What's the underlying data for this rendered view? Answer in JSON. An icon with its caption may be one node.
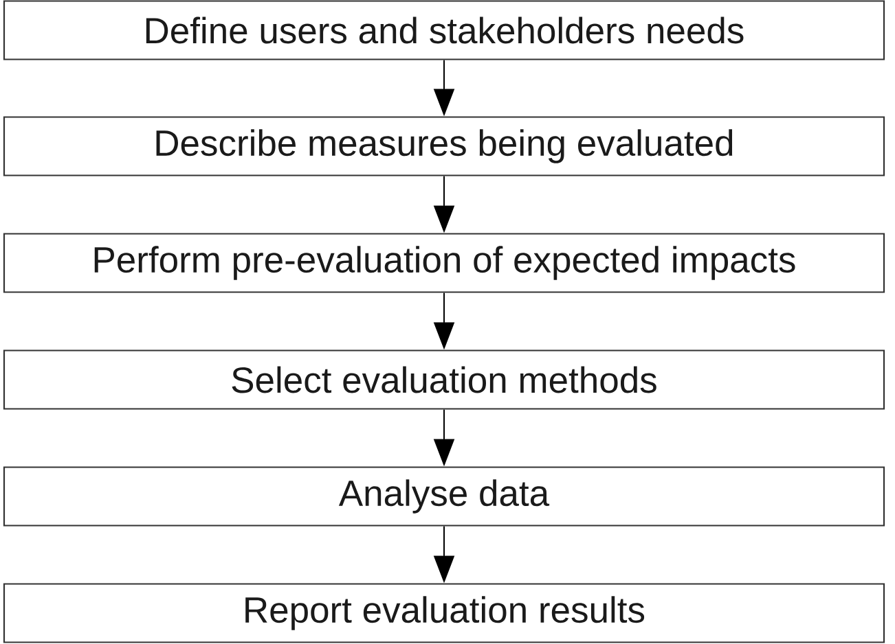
{
  "diagram": {
    "nodes": [
      {
        "text": [
          "Define users and stakeholders needs"
        ]
      },
      {
        "text": [
          "Describe measures being evaluated"
        ]
      },
      {
        "text": [
          "Perform pre-evaluation of expected impacts"
        ]
      },
      {
        "text": [
          "Select evaluation methods"
        ]
      },
      {
        "text": [
          "Analyse data"
        ]
      },
      {
        "text": [
          "Report evaluation results"
        ]
      }
    ],
    "edges": [
      {
        "from": 0,
        "to": 1,
        "arrow": "to"
      },
      {
        "from": 1,
        "to": 2,
        "arrow": "to"
      },
      {
        "from": 2,
        "to": 3,
        "arrow": "to"
      },
      {
        "from": 3,
        "to": 4,
        "arrow": "to"
      },
      {
        "from": 4,
        "to": 5,
        "arrow": "to"
      }
    ]
  }
}
